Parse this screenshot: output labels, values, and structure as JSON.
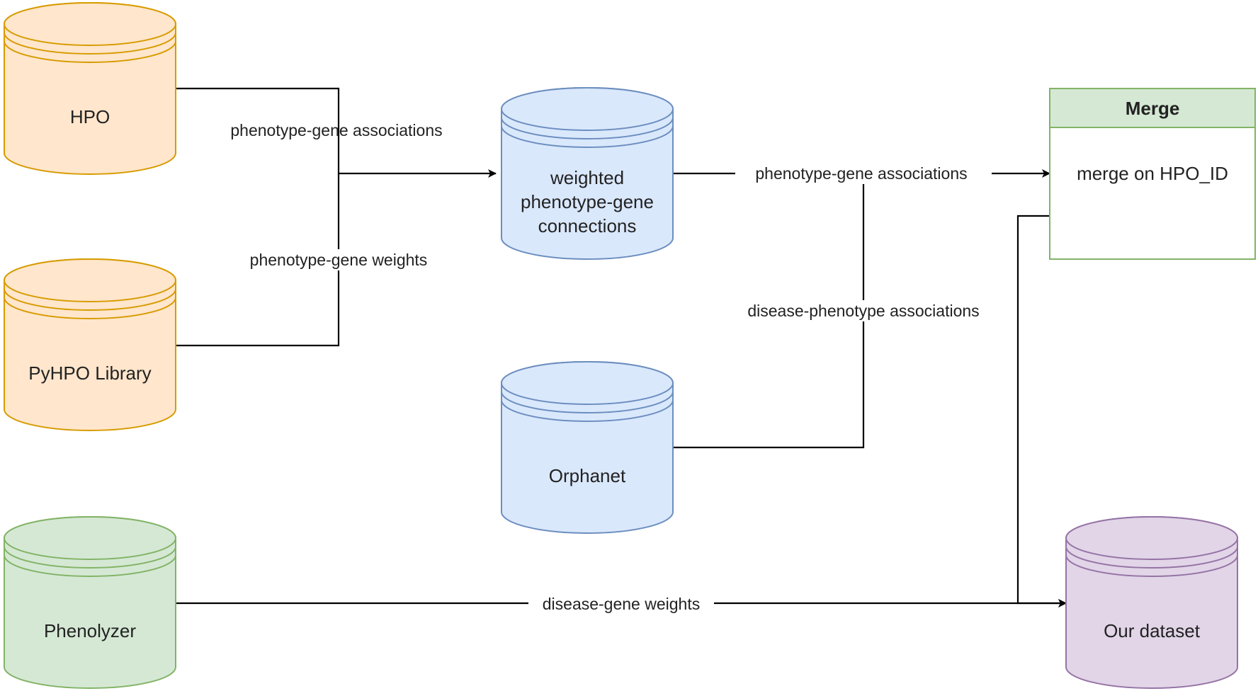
{
  "nodes": {
    "hpo": {
      "label": "HPO",
      "fill": "#ffe6cc",
      "stroke": "#d79b00"
    },
    "pyhpo": {
      "label": "PyHPO Library",
      "fill": "#ffe6cc",
      "stroke": "#d79b00"
    },
    "phenolyzer": {
      "label": "Phenolyzer",
      "fill": "#d5e8d4",
      "stroke": "#82b366"
    },
    "weighted": {
      "label_lines": [
        "weighted",
        "phenotype-gene",
        "connections"
      ],
      "fill": "#dae8fc",
      "stroke": "#6c8ebf"
    },
    "orphanet": {
      "label": "Orphanet",
      "fill": "#dae8fc",
      "stroke": "#6c8ebf"
    },
    "dataset": {
      "label": "Our dataset",
      "fill": "#e1d5e7",
      "stroke": "#9673a6"
    }
  },
  "merge": {
    "title": "Merge",
    "body": "merge on HPO_ID",
    "header_fill": "#d5e8d4",
    "stroke": "#82b366"
  },
  "edges": {
    "hpo_label": "phenotype-gene associations",
    "pyhpo_label": "phenotype-gene weights",
    "weighted_to_merge": "phenotype-gene associations",
    "orphanet_label": "disease-phenotype associations",
    "phenolyzer_to_dataset": "disease-gene weights"
  }
}
